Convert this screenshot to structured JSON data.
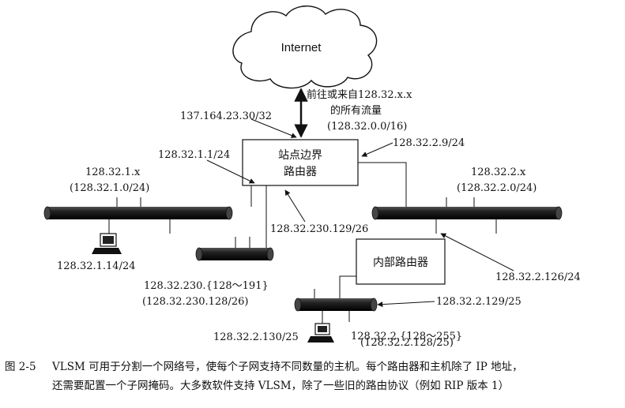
{
  "cloud": {
    "label": "Internet"
  },
  "uplink": {
    "label_lines": [
      "前往或来自128.32.x.x",
      "的所有流量",
      "(128.32.0.0/16)"
    ],
    "wan_ip": "137.164.23.30/32"
  },
  "border_router": {
    "label_lines": [
      "站点边界",
      "路由器"
    ],
    "if_left": "128.32.1.1/24",
    "if_right": "128.32.2.9/24",
    "if_bottom": "128.32.230.129/26"
  },
  "net_left": {
    "label": "128.32.1.x",
    "cidr": "(128.32.1.0/24)",
    "host_ip": "128.32.1.14/24"
  },
  "net_mid": {
    "label": "128.32.230.{128～191}",
    "cidr": "(128.32.230.128/26)"
  },
  "net_right": {
    "label": "128.32.2.x",
    "cidr": "(128.32.2.0/24)"
  },
  "internal_router": {
    "label": "内部路由器",
    "if_upper": "128.32.2.126/24",
    "if_lower": "128.32.2.129/25"
  },
  "net_low": {
    "host_ip": "128.32.2.130/25",
    "label": "128.32.2.{128～255}",
    "cidr": "(128.32.2.128/25)"
  },
  "caption": {
    "number": "图 2-5",
    "line1": "VLSM 可用于分割一个网络号，使每个子网支持不同数量的主机。每个路由器和主机除了 IP 地址，",
    "line2": "还需要配置一个子网掩码。大多数软件支持 VLSM，除了一些旧的路由协议（例如 RIP 版本 1）"
  }
}
